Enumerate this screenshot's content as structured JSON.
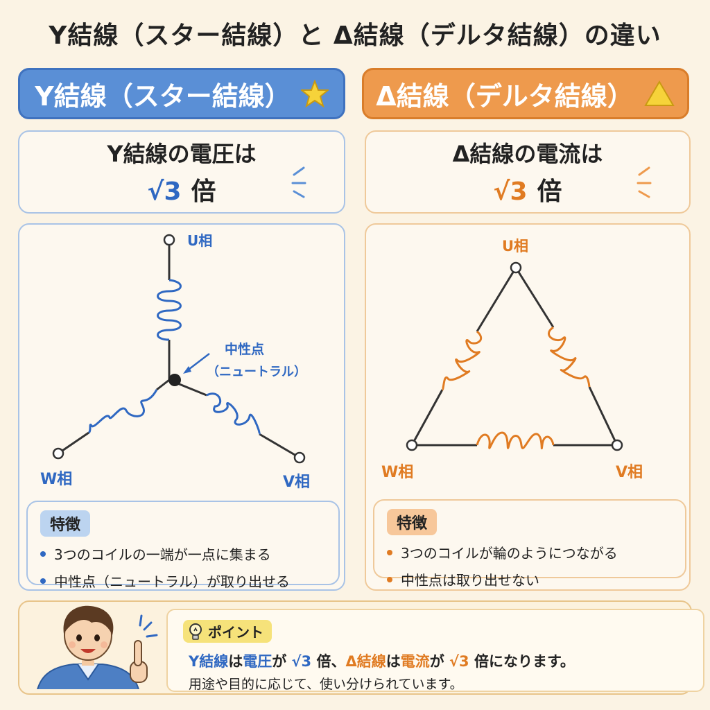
{
  "title": "Y結線（スター結線）と Δ結線（デルタ結線）の違い",
  "left": {
    "header": "Y結線（スター結線）",
    "header_icon": "star-icon",
    "statement_line1": "Y結線の電圧は",
    "statement_root": "√3",
    "statement_unit": "倍",
    "labels": {
      "u": "U相",
      "v": "V相",
      "w": "W相"
    },
    "neutral_label_1": "中性点",
    "neutral_label_2": "（ニュートラル）",
    "features_title": "特徴",
    "features": [
      "3つのコイルの一端が一点に集まる",
      "中性点（ニュートラル）が取り出せる"
    ]
  },
  "right": {
    "header": "Δ結線（デルタ結線）",
    "header_icon": "triangle-icon",
    "statement_line1": "Δ結線の電流は",
    "statement_root": "√3",
    "statement_unit": "倍",
    "labels": {
      "u": "U相",
      "v": "V相",
      "w": "W相"
    },
    "features_title": "特徴",
    "features": [
      "3つのコイルが輪のようにつながる",
      "中性点は取り出せない"
    ]
  },
  "point": {
    "tag": "ポイント",
    "line1": {
      "y_name": "Y結線",
      "ha1": "は",
      "y_quantity": "電圧",
      "ga1": "が",
      "root1": "√3",
      "bai1": "倍、",
      "d_name": "Δ結線",
      "ha2": "は",
      "d_quantity": "電流",
      "ga2": "が",
      "root2": "√3",
      "ending": "倍になります。"
    },
    "line2": "用途や目的に応じて、使い分けられています。"
  },
  "colors": {
    "blue": "#2f68c2",
    "orange": "#e07b22",
    "background": "#fbf3e4"
  }
}
